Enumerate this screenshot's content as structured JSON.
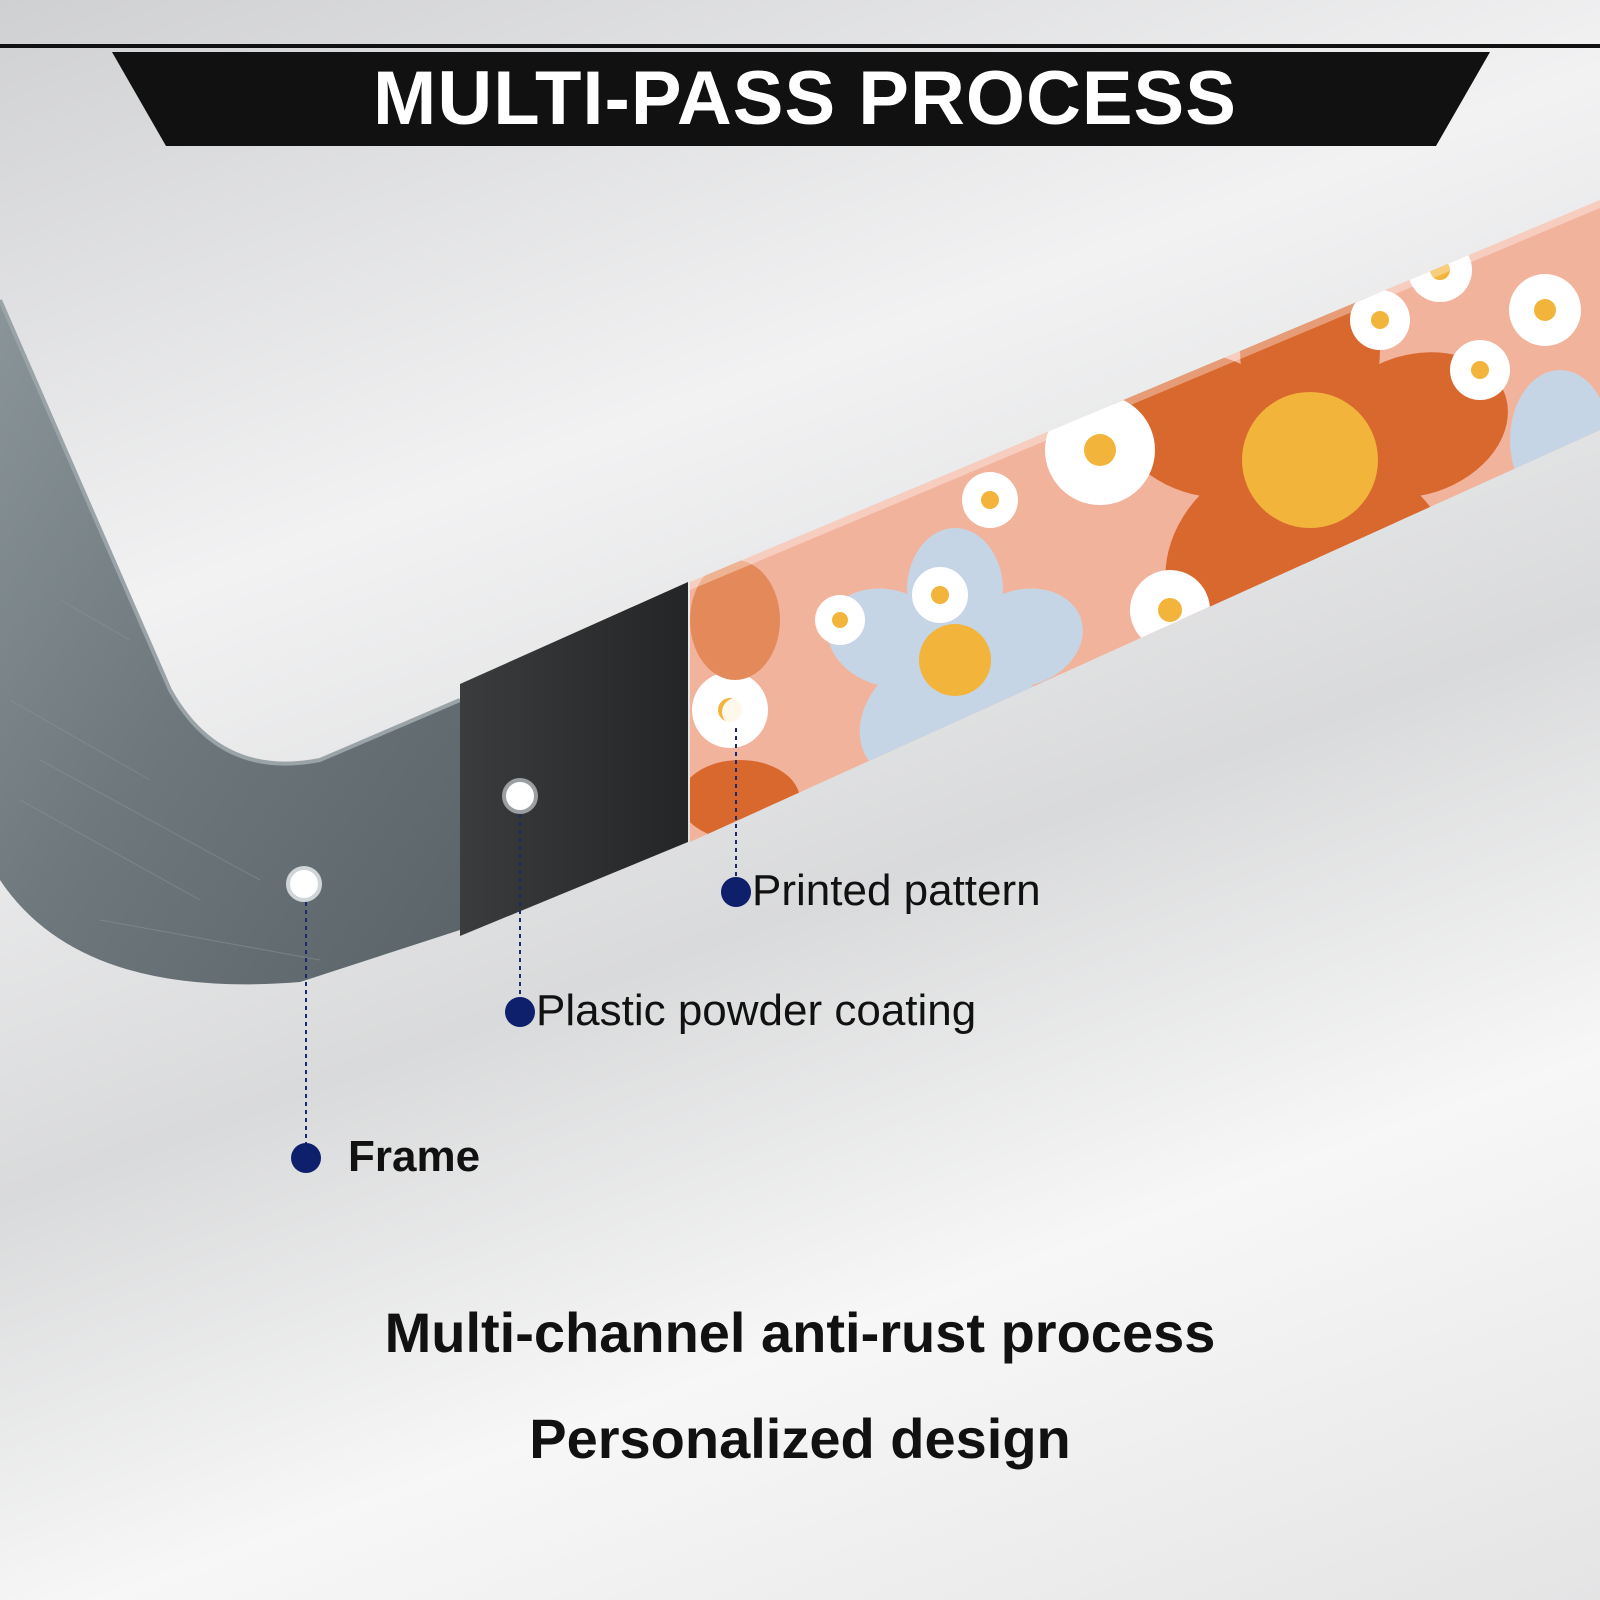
{
  "banner": {
    "title": "MULTI-PASS PROCESS"
  },
  "callouts": [
    {
      "label": "Printed pattern"
    },
    {
      "label": "Plastic powder coating"
    },
    {
      "label": "Frame"
    }
  ],
  "captions": [
    "Multi-channel anti-rust process",
    "Personalized design"
  ],
  "colors": {
    "banner": "#111111",
    "frame_metal": "#6f7a7f",
    "coating": "#2b2d2e",
    "pattern_bg": "#f2b39d",
    "dot": "#0e1f6b"
  }
}
